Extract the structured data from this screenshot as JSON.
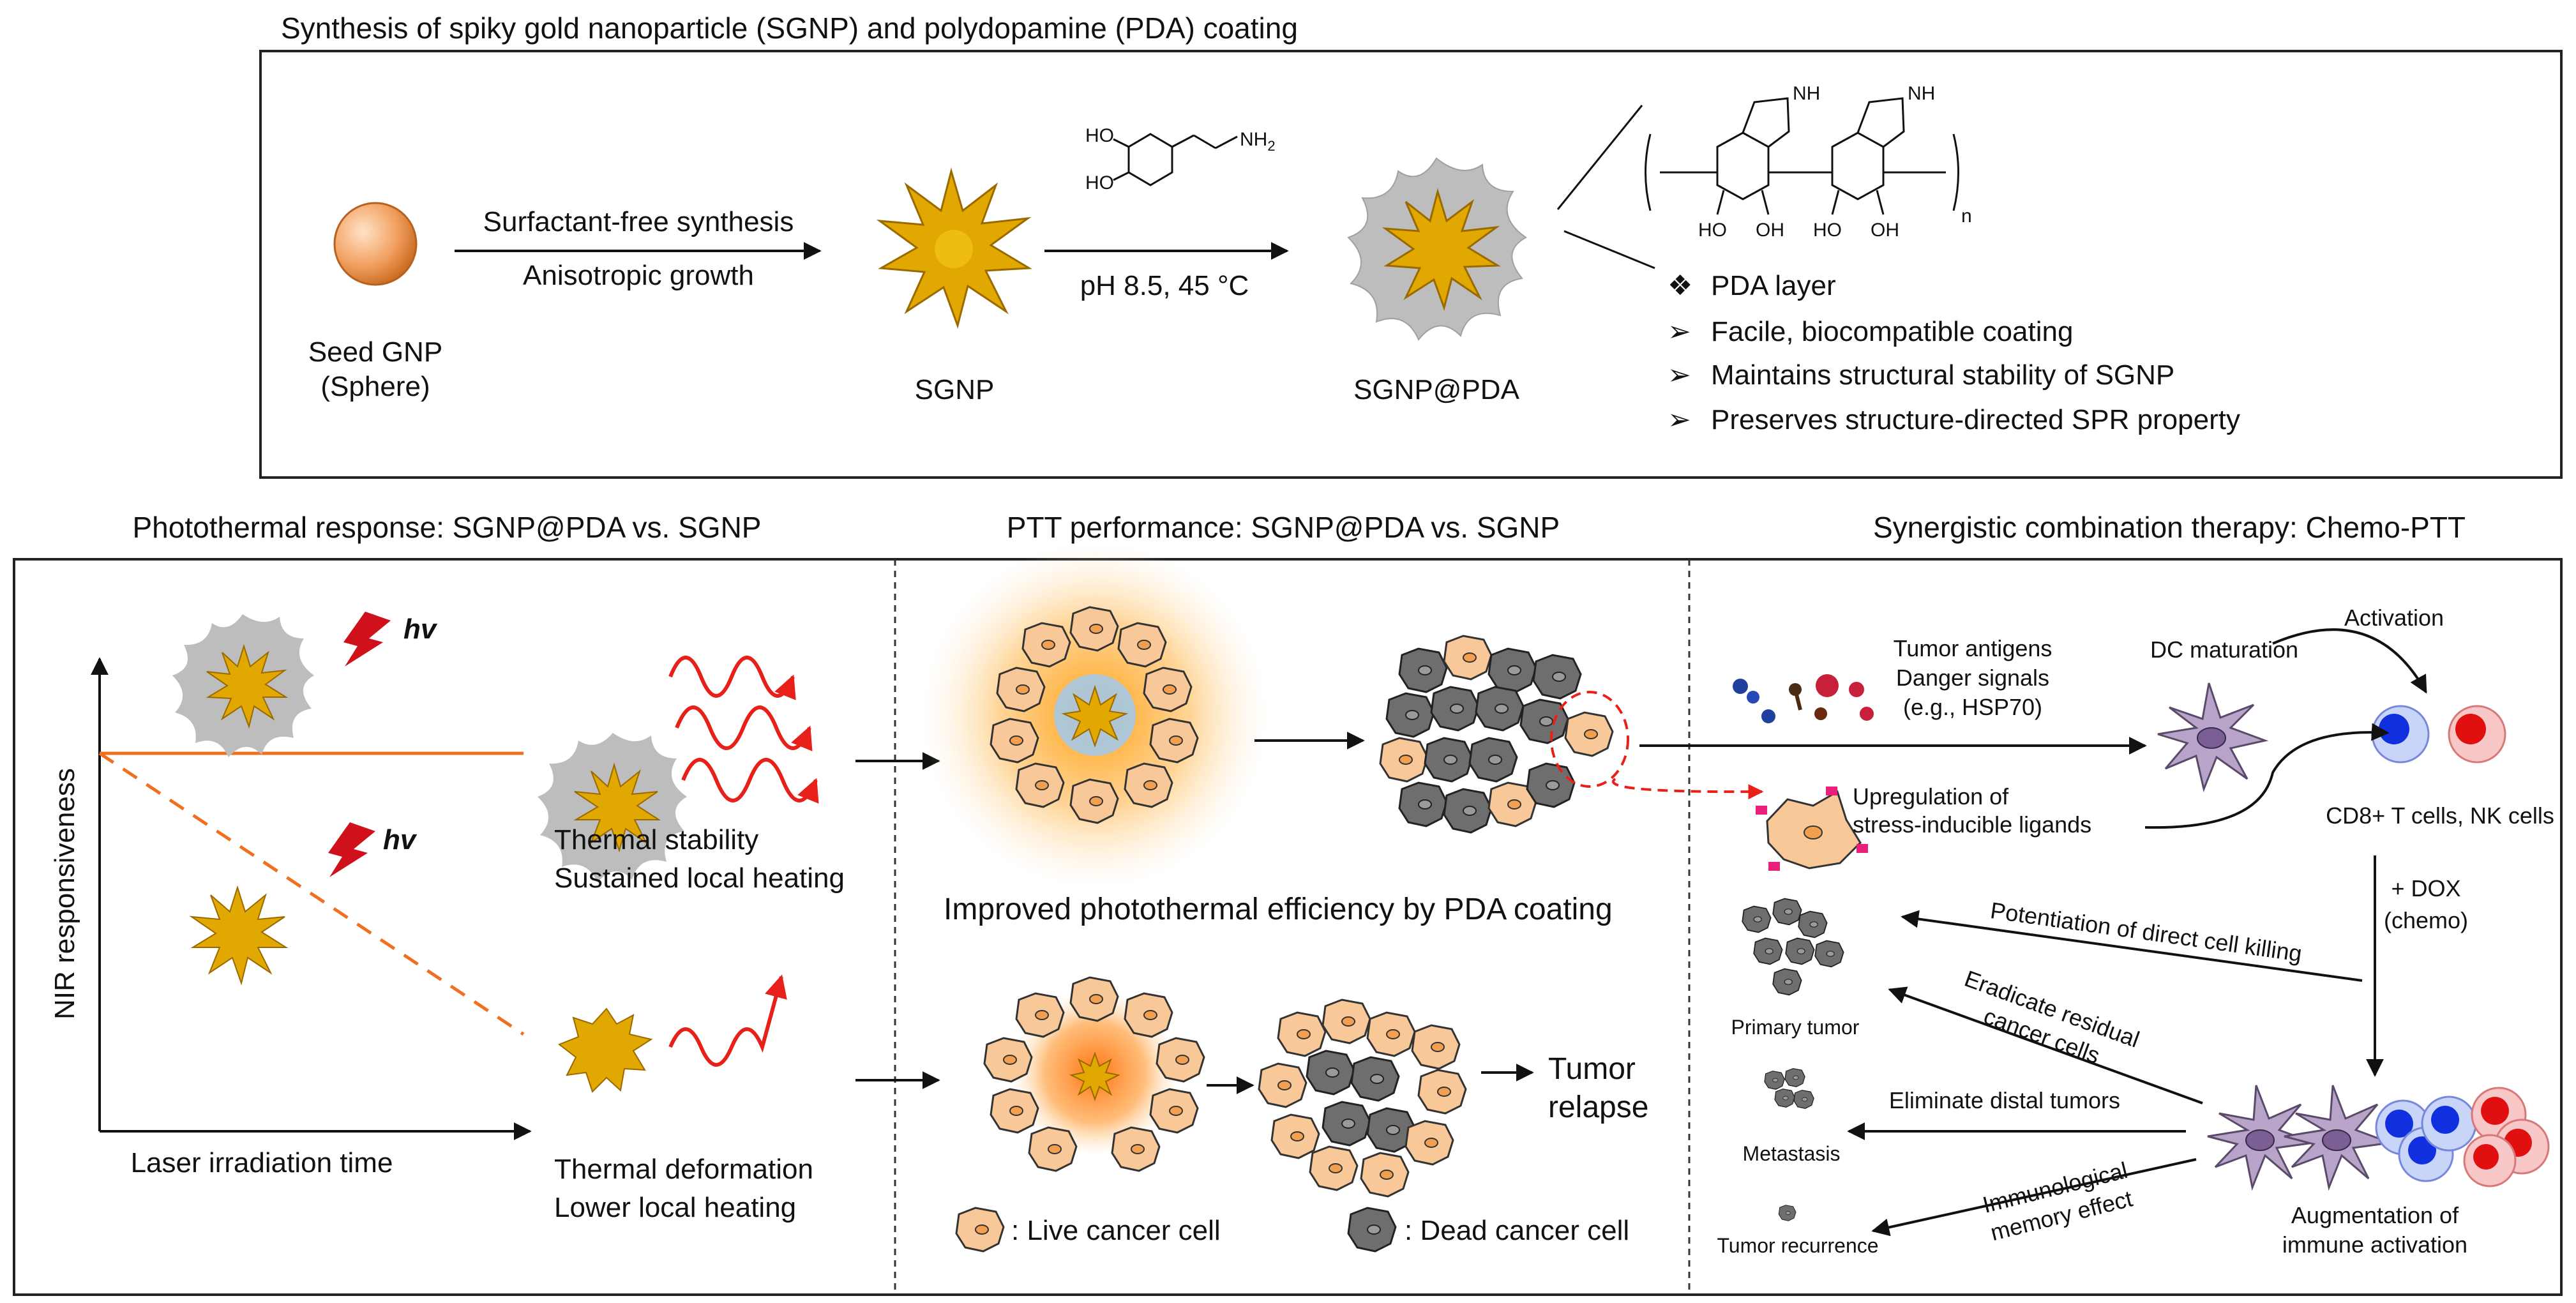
{
  "top": {
    "title": "Synthesis of spiky gold nanoparticle (SGNP) and polydopamine (PDA) coating",
    "seed_label_1": "Seed GNP",
    "seed_label_2": "(Sphere)",
    "arrow1_top": "Surfactant-free synthesis",
    "arrow1_bottom": "Anisotropic growth",
    "sgnp_label": "SGNP",
    "dopamine_ho1": "HO",
    "dopamine_ho2": "HO",
    "dopamine_nh2": "NH",
    "dopamine_nh2_sub": "2",
    "arrow2_bottom": "pH 8.5, 45 °C",
    "coated_label": "SGNP@PDA",
    "pda_nh_1": "NH",
    "pda_nh_2": "NH",
    "pda_oh_1a": "HO",
    "pda_oh_1b": "OH",
    "pda_oh_2a": "HO",
    "pda_oh_2b": "OH",
    "pda_n": "n",
    "bullet_header": "PDA layer",
    "bullets": [
      "Facile, biocompatible coating",
      "Maintains structural stability of SGNP",
      "Preserves structure-directed SPR property"
    ]
  },
  "left": {
    "heading": "Photothermal response: SGNP@PDA vs. SGNP",
    "ylabel": "NIR responsiveness",
    "xlabel": "Laser irradiation time",
    "hv": "hv",
    "stable_1": "Thermal stability",
    "stable_2": "Sustained local heating",
    "deform_1": "Thermal deformation",
    "deform_2": "Lower local heating"
  },
  "middle": {
    "heading": "PTT performance: SGNP@PDA vs. SGNP",
    "improved": "Improved photothermal efficiency by PDA coating",
    "relapse_1": "Tumor",
    "relapse_2": "relapse",
    "legend_live": ": Live cancer cell",
    "legend_dead": ": Dead cancer cell"
  },
  "right": {
    "heading": "Synergistic combination therapy: Chemo-PTT",
    "antigens_1": "Tumor antigens",
    "antigens_2": "Danger signals",
    "antigens_3": "(e.g., HSP70)",
    "dc": "DC maturation",
    "activation": "Activation",
    "upreg_1": "Upregulation of",
    "upreg_2": "stress-inducible ligands",
    "tcells": "CD8+ T cells, NK cells",
    "dox_1": "+ DOX",
    "dox_2": "(chemo)",
    "potentiation": "Potentiation of direct cell killing",
    "eradicate_1": "Eradicate residual",
    "eradicate_2": "cancer cells",
    "primary": "Primary tumor",
    "eliminate": "Eliminate distal tumors",
    "metastasis": "Metastasis",
    "memory_1": "Immunological",
    "memory_2": "memory effect",
    "recurrence": "Tumor recurrence",
    "augment_1": "Augmentation of",
    "augment_2": "immune activation"
  },
  "colors": {
    "gold": "#E0A800",
    "orange_line": "#F07020",
    "red_wave": "#E8201A",
    "live_cell": "#F8C898",
    "dead_cell": "#6E6E6E",
    "pda_shell": "#BDBDBD"
  }
}
